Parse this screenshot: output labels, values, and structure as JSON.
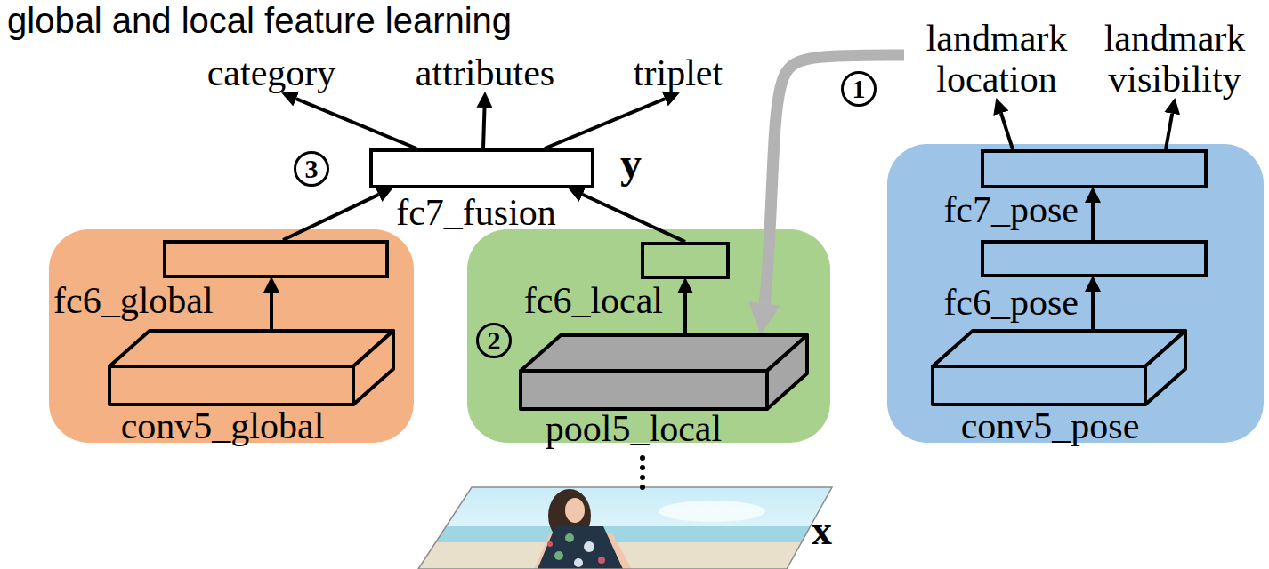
{
  "diagram": {
    "title": "global and local feature learning",
    "nodes": [
      {
        "text": [
          "category"
        ]
      },
      {
        "text": [
          "attributes"
        ]
      },
      {
        "text": [
          "triplet"
        ]
      },
      {
        "text": [
          "landmark location"
        ]
      },
      {
        "text": [
          "landmark visibility"
        ]
      },
      {
        "text": [
          "fc7_fusion"
        ]
      },
      {
        "text": [
          "fc7_pose"
        ]
      },
      {
        "text": [
          "fc6_global"
        ]
      },
      {
        "text": [
          "fc6_local"
        ]
      },
      {
        "text": [
          "fc6_pose"
        ]
      },
      {
        "text": [
          "conv5_global"
        ]
      },
      {
        "text": [
          "pool5_local"
        ]
      },
      {
        "text": [
          "conv5_pose"
        ]
      },
      {
        "text": [
          "x"
        ]
      }
    ],
    "edges": [
      {
        "from": 5,
        "to": 0,
        "arrow": "to"
      },
      {
        "from": 5,
        "to": 1,
        "arrow": "to"
      },
      {
        "from": 5,
        "to": 2,
        "arrow": "to"
      },
      {
        "from": 7,
        "to": 5,
        "arrow": "to"
      },
      {
        "from": 8,
        "to": 5,
        "arrow": "to"
      },
      {
        "from": 11,
        "to": 8,
        "arrow": "to"
      },
      {
        "from": 10,
        "to": 7,
        "arrow": "to"
      },
      {
        "from": 12,
        "to": 9,
        "arrow": "to"
      },
      {
        "from": 9,
        "to": 6,
        "arrow": "to"
      },
      {
        "from": 6,
        "to": 3,
        "arrow": "to"
      },
      {
        "from": 6,
        "to": 4,
        "arrow": "to"
      },
      {
        "from": 13,
        "to": 11,
        "arrow": "none"
      },
      {
        "from": 3,
        "to": 11,
        "arrow": "to"
      }
    ],
    "labels": [
      "1",
      "3",
      "y",
      "2"
    ]
  }
}
